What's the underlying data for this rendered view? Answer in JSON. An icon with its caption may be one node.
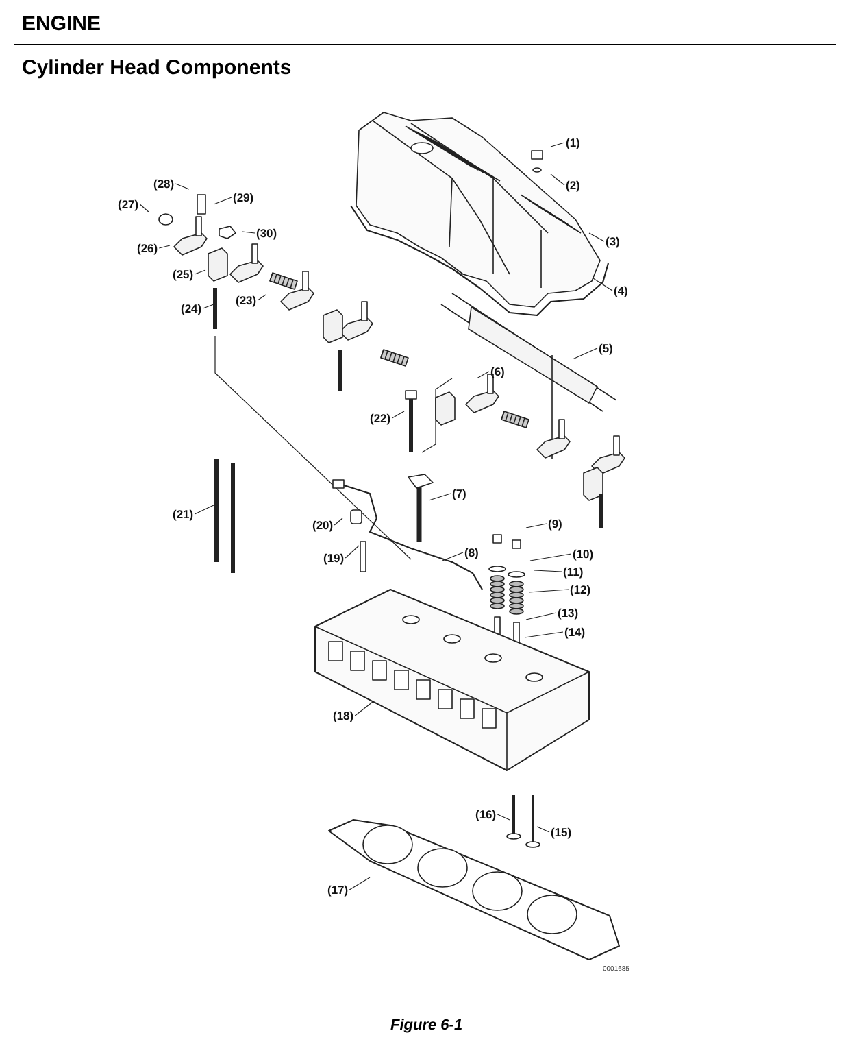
{
  "diagram": {
    "title": "Cylinder Head Components",
    "caption": "Figure 6-1",
    "nodes": [
      {
        "text": [
          "(1)"
        ]
      },
      {
        "text": [
          "(2)"
        ]
      },
      {
        "text": [
          "(3)"
        ]
      },
      {
        "text": [
          "(4)"
        ]
      },
      {
        "text": [
          "(5)"
        ]
      },
      {
        "text": [
          "(6)"
        ]
      },
      {
        "text": [
          "(7)"
        ]
      },
      {
        "text": [
          "(8)"
        ]
      },
      {
        "text": [
          "(9)"
        ]
      },
      {
        "text": [
          "(10)"
        ]
      },
      {
        "text": [
          "(11)"
        ]
      },
      {
        "text": [
          "(12)"
        ]
      },
      {
        "text": [
          "(13)"
        ]
      },
      {
        "text": [
          "(14)"
        ]
      },
      {
        "text": [
          "(15)"
        ]
      },
      {
        "text": [
          "(16)"
        ]
      },
      {
        "text": [
          "(17)"
        ]
      },
      {
        "text": [
          "(18)"
        ]
      },
      {
        "text": [
          "(19)"
        ]
      },
      {
        "text": [
          "(20)"
        ]
      },
      {
        "text": [
          "(21)"
        ]
      },
      {
        "text": [
          "(22)"
        ]
      },
      {
        "text": [
          "(23)"
        ]
      },
      {
        "text": [
          "(24)"
        ]
      },
      {
        "text": [
          "(25)"
        ]
      },
      {
        "text": [
          "(26)"
        ]
      },
      {
        "text": [
          "(27)"
        ]
      },
      {
        "text": [
          "(28)"
        ]
      },
      {
        "text": [
          "(29)"
        ]
      },
      {
        "text": [
          "(30)"
        ]
      }
    ],
    "edges": [
      {
        "from": 0,
        "to": null,
        "arrow": "none"
      },
      {
        "from": 1,
        "to": null,
        "arrow": "none"
      },
      {
        "from": 2,
        "to": null,
        "arrow": "none"
      },
      {
        "from": 3,
        "to": null,
        "arrow": "none"
      },
      {
        "from": 4,
        "to": null,
        "arrow": "none"
      },
      {
        "from": 5,
        "to": null,
        "arrow": "none"
      },
      {
        "from": 6,
        "to": null,
        "arrow": "none"
      },
      {
        "from": 7,
        "to": null,
        "arrow": "none"
      },
      {
        "from": 8,
        "to": null,
        "arrow": "none"
      },
      {
        "from": 9,
        "to": null,
        "arrow": "none"
      },
      {
        "from": 10,
        "to": null,
        "arrow": "none"
      },
      {
        "from": 11,
        "to": null,
        "arrow": "none"
      },
      {
        "from": 12,
        "to": null,
        "arrow": "none"
      },
      {
        "from": 13,
        "to": null,
        "arrow": "none"
      },
      {
        "from": 14,
        "to": null,
        "arrow": "none"
      },
      {
        "from": 15,
        "to": null,
        "arrow": "none"
      },
      {
        "from": 16,
        "to": null,
        "arrow": "none"
      },
      {
        "from": 17,
        "to": null,
        "arrow": "none"
      },
      {
        "from": 18,
        "to": null,
        "arrow": "none"
      },
      {
        "from": 19,
        "to": null,
        "arrow": "none"
      },
      {
        "from": 20,
        "to": null,
        "arrow": "none"
      },
      {
        "from": 21,
        "to": null,
        "arrow": "none"
      },
      {
        "from": 22,
        "to": null,
        "arrow": "none"
      },
      {
        "from": 23,
        "to": null,
        "arrow": "none"
      },
      {
        "from": 24,
        "to": null,
        "arrow": "none"
      },
      {
        "from": 25,
        "to": null,
        "arrow": "none"
      },
      {
        "from": 26,
        "to": null,
        "arrow": "none"
      },
      {
        "from": 27,
        "to": null,
        "arrow": "none"
      },
      {
        "from": 28,
        "to": null,
        "arrow": "none"
      },
      {
        "from": 29,
        "to": null,
        "arrow": "none"
      }
    ],
    "labels": [
      "ENGINE",
      "0001685"
    ]
  }
}
